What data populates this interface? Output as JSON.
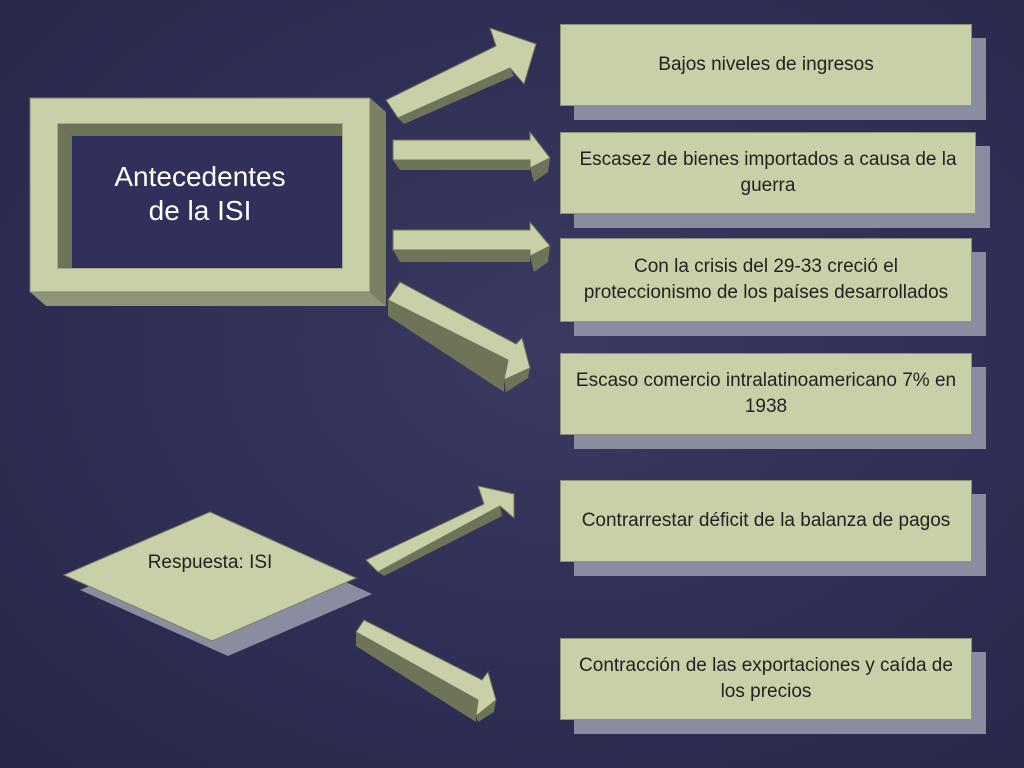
{
  "main": {
    "frame_title": "Antecedentes de la ISI",
    "diamond_label": "Respuesta: ISI"
  },
  "boxes": [
    {
      "text": "Bajos niveles de ingresos"
    },
    {
      "text": "Escasez de bienes importados a causa de la guerra"
    },
    {
      "text": "Con la crisis del 29-33 creció el proteccionismo de los países desarrollados"
    },
    {
      "text": "Escaso comercio intralatinoamericano 7% en 1938"
    },
    {
      "text": "Contrarrestar déficit de la balanza de pagos"
    },
    {
      "text": "Contracción de las exportaciones y caída de los precios"
    }
  ],
  "colors": {
    "background": "#2f2f55",
    "shape_fill": "#c9d0a8",
    "shape_dark": "#6f7459",
    "shadow": "#8a8ca0"
  }
}
